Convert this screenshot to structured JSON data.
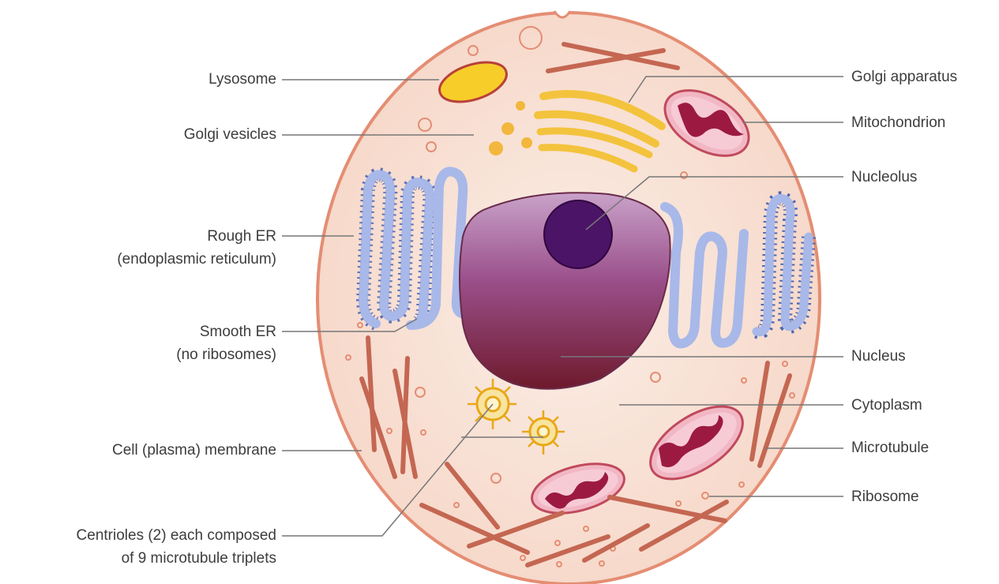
{
  "labels": {
    "left": [
      {
        "id": "lysosome",
        "lines": [
          "Lysosome"
        ]
      },
      {
        "id": "golgi-vesicles",
        "lines": [
          "Golgi vesicles"
        ]
      },
      {
        "id": "rough-er",
        "lines": [
          "Rough ER",
          "(endoplasmic reticulum)"
        ]
      },
      {
        "id": "smooth-er",
        "lines": [
          "Smooth ER",
          "(no ribosomes)"
        ]
      },
      {
        "id": "cell-membrane",
        "lines": [
          "Cell (plasma) membrane"
        ]
      },
      {
        "id": "centrioles",
        "lines": [
          "Centrioles (2) each composed",
          "of 9 microtubule triplets"
        ]
      }
    ],
    "right": [
      {
        "id": "golgi-apparatus",
        "lines": [
          "Golgi apparatus"
        ]
      },
      {
        "id": "mitochondrion",
        "lines": [
          "Mitochondrion"
        ]
      },
      {
        "id": "nucleolus",
        "lines": [
          "Nucleolus"
        ]
      },
      {
        "id": "nucleus",
        "lines": [
          "Nucleus"
        ]
      },
      {
        "id": "cytoplasm",
        "lines": [
          "Cytoplasm"
        ]
      },
      {
        "id": "microtubule",
        "lines": [
          "Microtubule"
        ]
      },
      {
        "id": "ribosome",
        "lines": [
          "Ribosome"
        ]
      }
    ]
  },
  "colors": {
    "cytoplasm": "#f9e3d8",
    "membrane": "#e48d73",
    "lysosome_fill": "#f7cd2a",
    "lysosome_rim": "#b8403a",
    "golgi": "#f3c33d",
    "mito_outer": "#f2b7c4",
    "mito_inner": "#9c1a42",
    "er": "#a8b8e8",
    "er_dots": "#5068b0",
    "nucleus_top": "#c8a0c8",
    "nucleus_bottom": "#7a1e34",
    "nucleolus": "#4b1466",
    "microtubule": "#c46752",
    "centriole": "#e8a818",
    "leader": "#777777",
    "text": "#3d3d3d"
  }
}
